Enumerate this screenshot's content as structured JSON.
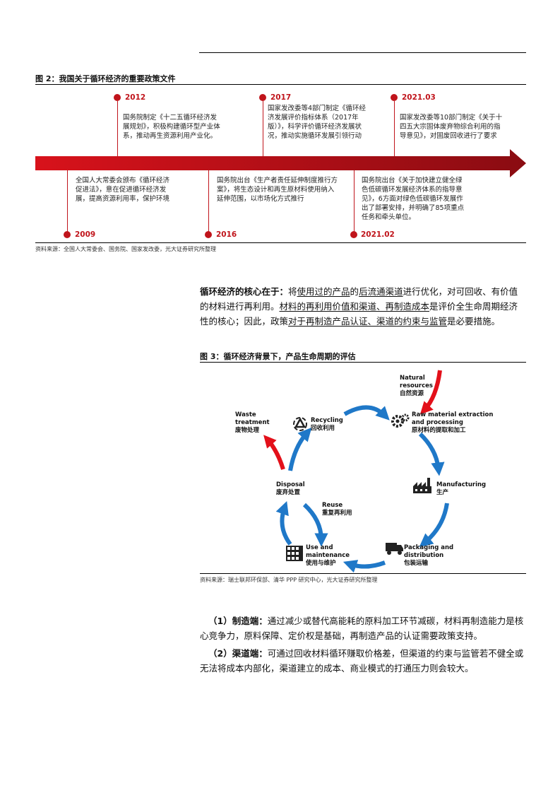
{
  "figure2": {
    "title": "图 2：我国关于循环经济的重要政策文件",
    "events_top": [
      {
        "year": "2012",
        "text": "国务院制定《十二五循环经济发展规划》，积极构建循环型产业体系，推动再生资源利用产业化。"
      },
      {
        "year": "2017",
        "text": "国家发改委等4部门制定《循环经济发展评价指标体系（2017年版）》，科学评价循环经济发展状况，推动实施循环发展引领行动"
      },
      {
        "year": "2021.03",
        "text": "国家发改委等10部门制定《关于十四五大宗固体废弃物综合利用的指导意见》，对固废回收进行了要求"
      }
    ],
    "events_bottom": [
      {
        "year": "2009",
        "text": "全国人大常委会颁布《循环经济促进法》，意在促进循环经济发展，提高资源利用率，保护环境"
      },
      {
        "year": "2016",
        "text": "国务院出台《生产者责任延伸制度推行方案》，将生态设计和再生原材料使用纳入延伸范围，以市场化方式推行"
      },
      {
        "year": "2021.02",
        "text": "国务院出台《关于加快建立健全绿色低碳循环发展经济体系的指导意见》，6方面对绿色低碳循环发展作出了部署安排，并明确了85项重点任务和牵头单位。"
      }
    ],
    "source": "资料来源：全国人大常委会、国务院、国家发改委，光大证券研究所整理"
  },
  "paragraph1": {
    "lead": "循环经济的核心在于：",
    "segments": [
      {
        "text": "将",
        "u": false
      },
      {
        "text": "使用过的产品",
        "u": true
      },
      {
        "text": "的",
        "u": false
      },
      {
        "text": "后流通渠道",
        "u": true
      },
      {
        "text": "进行优化，对可回收、有价值的材料进行再利用。",
        "u": false
      },
      {
        "text": "材料的再利用价值和渠道、再制造成本",
        "u": true
      },
      {
        "text": "是评价全生命周期经济性的核心；因此，政策",
        "u": false
      },
      {
        "text": "对于再制造产品认证、渠道的约束与监管",
        "u": true
      },
      {
        "text": "是必要措施。",
        "u": false
      }
    ]
  },
  "figure3": {
    "title": "图 3：循环经济背景下，产品生命周期的评估",
    "nodes": {
      "natural": {
        "en": "Natural resources",
        "zh": "自然资源",
        "icon": "red-arrow-icon"
      },
      "raw": {
        "en": "Raw material extraction and processing",
        "zh": "原材料的提取和加工",
        "icon": "gear-icon"
      },
      "manufacturing": {
        "en": "Manufacturing",
        "zh": "生产",
        "icon": "factory-icon"
      },
      "packaging": {
        "en": "Packaging and distribution",
        "zh": "包装运输",
        "icon": "truck-icon"
      },
      "use": {
        "en": "Use and maintenance",
        "zh": "使用与维护",
        "icon": "shelf-icon"
      },
      "reuse": {
        "en": "Reuse",
        "zh": "重复再利用"
      },
      "disposal": {
        "en": "Disposal",
        "zh": "废弃处置"
      },
      "recycling": {
        "en": "Recycling",
        "zh": "回收利用",
        "icon": "recycle-icon"
      },
      "waste": {
        "en": "Waste treatment",
        "zh": "废物处理"
      }
    },
    "colors": {
      "blue": "#1f78c8",
      "red": "#e3101a"
    },
    "source": "资料来源：瑞士联邦环保部、清华 PPP 研究中心，光大证券研究所整理"
  },
  "points": [
    {
      "label": "（1）制造端：",
      "text": "通过减少或替代高能耗的原料加工环节减碳，材料再制造能力是核心竞争力，原料保障、定价权是基础，再制造产品的认证需要政策支持。"
    },
    {
      "label": "（2）渠道端：",
      "text": "可通过回收材料循环赚取价格差，但渠道的约束与监管若不健全或无法将成本内部化，渠道建立的成本、商业模式的打通压力则会较大。"
    }
  ],
  "colors": {
    "accent": "#c0141b"
  }
}
